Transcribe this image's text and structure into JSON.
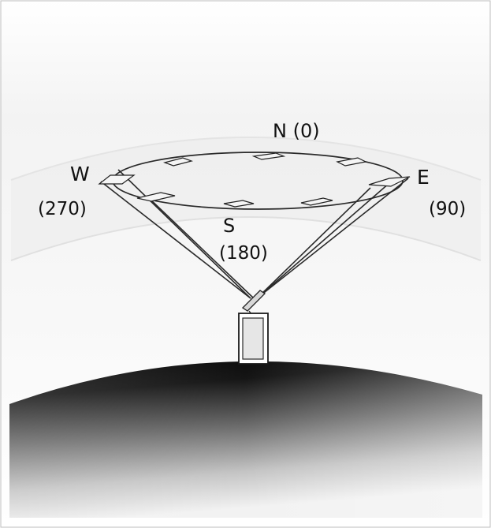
{
  "diagram": {
    "directions": [
      {
        "letter": "N",
        "degree": "(0)"
      },
      {
        "letter": "W",
        "degree": "(270)"
      },
      {
        "letter": "E",
        "degree": "(90)"
      },
      {
        "letter": "S",
        "degree": "(180)"
      }
    ]
  },
  "colors": {
    "background": "#ffffff",
    "haze_band": "#ededed",
    "earth_dark": "#0b0b0b",
    "earth_light": "#f4f4f4",
    "orbit_line": "#333333",
    "building_fill": "#ffffff",
    "building_window": "#d8d8d8"
  }
}
